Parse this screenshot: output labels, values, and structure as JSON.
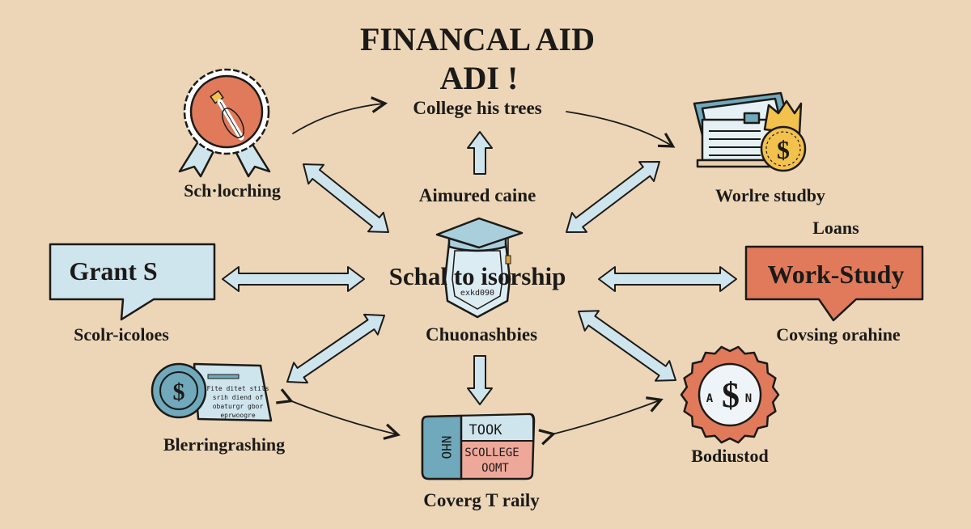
{
  "title": {
    "line1": "FINANCAL AID",
    "line2": "ADI !"
  },
  "top_label": "College his trees",
  "center": {
    "above": "Aimured caine",
    "main": "Schal to isorship",
    "badge_text": "exkd090",
    "below": "Chuonashbies",
    "bottom": "Coverg T raily"
  },
  "left": {
    "badge_label": "Sch·locrhing",
    "grants_box": "Grant  S",
    "grants_label": "Scolr-icoloes",
    "coin_label": "Blerringrashing",
    "coin_card_text": [
      "Fite ditet stils",
      "srih  diend of",
      "obaturgr gbor",
      "eprwoogre"
    ]
  },
  "right": {
    "certificate_label": "Worlre studby",
    "loans_label": "Loans",
    "work_study_box": "Work-Study",
    "work_study_label": "Covsing orahine",
    "seal_label": "Bodiustod",
    "seal_letters": [
      "A",
      "N"
    ]
  },
  "card": {
    "side": "NHO",
    "top": "TOOK",
    "bottom_line1": "SCOLLEGE",
    "bottom_line2": "OOMT"
  },
  "colors": {
    "background": "#ecd6b7",
    "light_blue": "#cfe5ee",
    "orange": "#e07a5a",
    "teal": "#6fa9bb",
    "gold": "#f2c14e",
    "pink": "#eea89a"
  }
}
